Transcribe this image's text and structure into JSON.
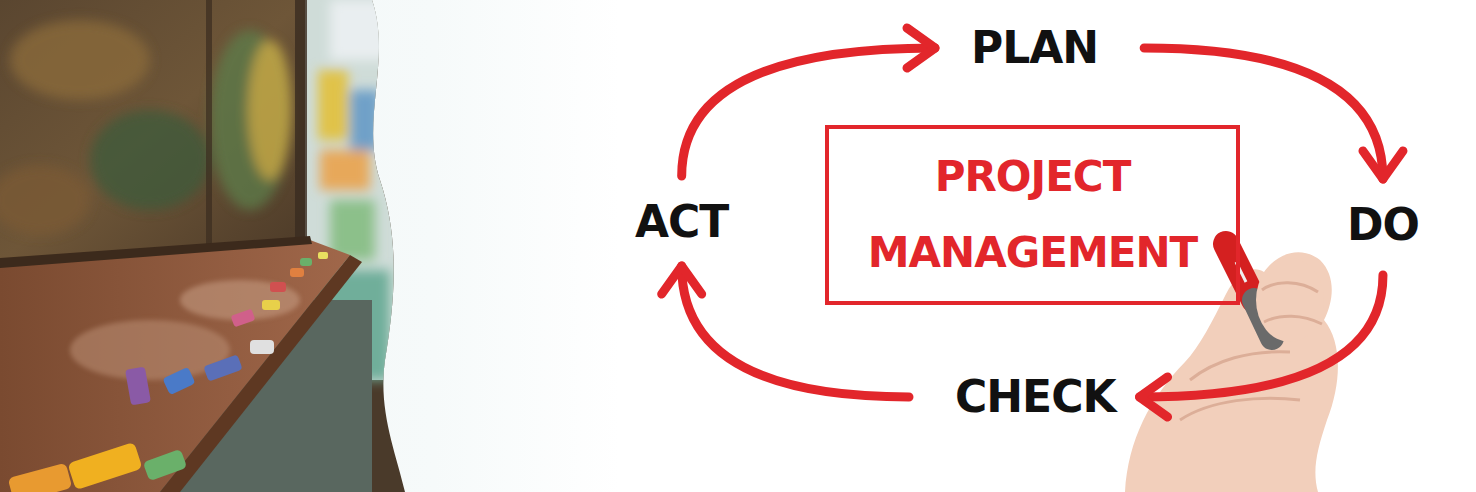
{
  "diagram": {
    "nodes": [
      {
        "text": [
          "PLAN"
        ]
      },
      {
        "text": [
          "ACT"
        ]
      },
      {
        "text": [
          "PROJECT MANAGEMENT"
        ]
      },
      {
        "text": [
          "DO"
        ]
      },
      {
        "text": [
          "CHECK"
        ]
      }
    ],
    "edges": [
      {
        "from": 0,
        "to": 3,
        "arrow": "to"
      },
      {
        "from": 3,
        "to": 4,
        "arrow": "to"
      },
      {
        "from": 4,
        "to": 1,
        "arrow": "to"
      },
      {
        "from": 1,
        "to": 0,
        "arrow": "to"
      }
    ]
  }
}
